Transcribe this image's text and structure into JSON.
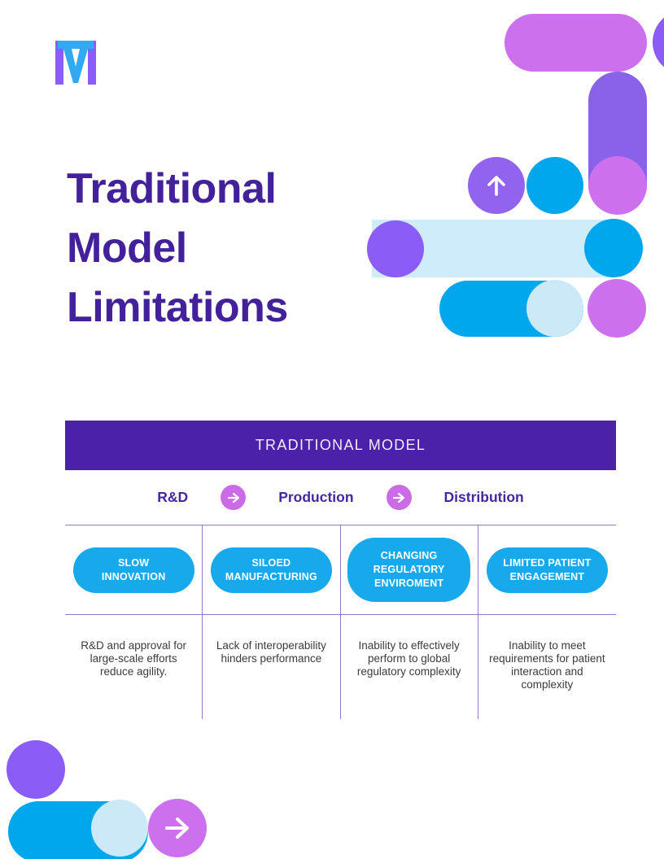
{
  "slide": {
    "title": "Traditional\nModel\nLimitations"
  },
  "table": {
    "header": "TRADITIONAL MODEL",
    "flow_steps": [
      "R&D",
      "Production",
      "Distribution"
    ],
    "columns": [
      {
        "badge": "SLOW\nINNOVATION",
        "description": "R&D and approval for\nlarge-scale efforts\nreduce agility."
      },
      {
        "badge": "SILOED\nMANUFACTURING",
        "description": "Lack of interoperability\nhinders performance"
      },
      {
        "badge": "CHANGING\nREGULATORY\nENVIROMENT",
        "description": "Inability to effectively\nperform to global\nregulatory complexity"
      },
      {
        "badge": "LIMITED PATIENT\nENGAGEMENT",
        "description": "Inability to meet\nrequirements for patient\ninteraction and\ncomplexity"
      }
    ]
  },
  "icons": {
    "logo": "tm-monogram",
    "flow_arrow": "right-arrow",
    "decor_arrow_top": "up-arrow",
    "decor_arrow_bottom": "right-arrow"
  },
  "colors": {
    "title_purple": "#42219B",
    "header_band_purple": "#4A21A8",
    "grid_line_purple": "#9678C8",
    "badge_blue": "#17A9EB",
    "accent_blue": "#00A7EC",
    "pale_blue_band": "#CFECFA",
    "pale_blue_circle": "#CBE9F7",
    "orchid": "#CC70EE",
    "arrow_circle_orchid": "#CB6CE6",
    "accent_purple": "#8B5CF6",
    "bar_purple": "#8A62E9",
    "logo_blue": "#33A9F1",
    "description_text": "#3B3B3B"
  }
}
